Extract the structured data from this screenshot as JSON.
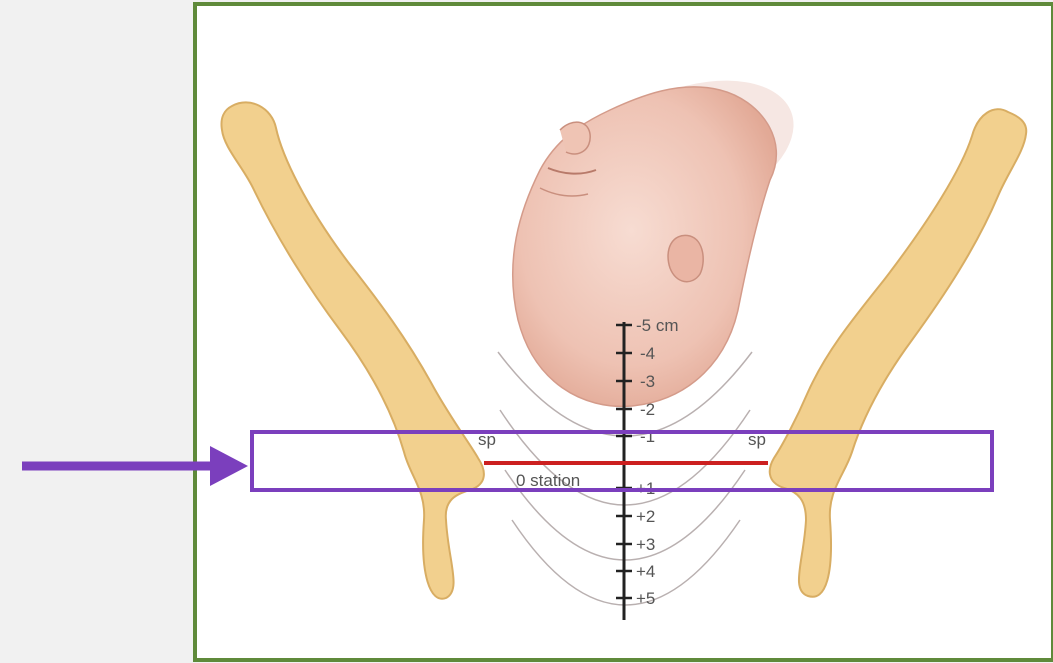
{
  "colors": {
    "background": "#f1f1f1",
    "frame": "#5f8a3a",
    "bone": "#f2d08e",
    "bone_outline": "#d8ad63",
    "skin": "#f0c9bc",
    "highlight_box": "#7b3fbd",
    "arrow": "#7b3fbd",
    "zero_station_line": "#cc2020",
    "scale_line": "#222222"
  },
  "diagram": {
    "scale": {
      "unit_label": "-5 cm",
      "ticks": [
        "-4",
        "-3",
        "-2",
        "-1",
        "+1",
        "+2",
        "+3",
        "+4",
        "+5"
      ]
    },
    "spine_label_left": "sp",
    "spine_label_right": "sp",
    "zero_station_label": "0 station",
    "highlight": "zero station band",
    "pointer": "arrow pointing to highlighted band"
  }
}
